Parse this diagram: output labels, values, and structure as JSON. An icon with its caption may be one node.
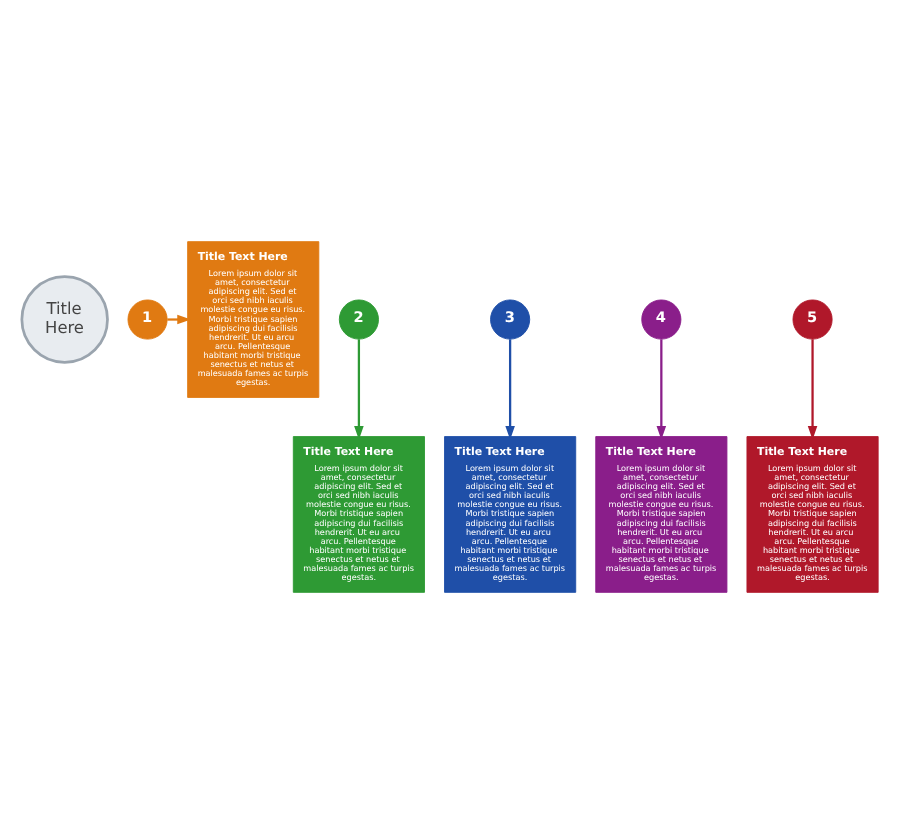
{
  "diagram": {
    "nodes": [
      {
        "text": [
          "Title Here"
        ]
      },
      {
        "text": [
          "1"
        ]
      },
      {
        "text": [
          "2"
        ]
      },
      {
        "text": [
          "3"
        ]
      },
      {
        "text": [
          "4"
        ]
      },
      {
        "text": [
          "5"
        ]
      },
      {
        "text": [
          "Title Text Here",
          "Lorem ipsum dolor sit amet, consectetur adipiscing elit. Sed et orci sed nibh iaculis molestie congue eu risus. Morbi tristique sapien adipiscing dui facilisis hendrerit. Ut eu arcu arcu. Pellentesque habitant morbi tristique senectus et netus et malesuada fames ac turpis egestas."
        ]
      },
      {
        "text": [
          "Title Text Here",
          "Lorem ipsum dolor sit amet, consectetur adipiscing elit. Sed et orci sed nibh iaculis molestie congue eu risus. Morbi tristique sapien adipiscing dui facilisis hendrerit. Ut eu arcu arcu. Pellentesque habitant morbi tristique senectus et netus et malesuada fames ac turpis egestas."
        ]
      },
      {
        "text": [
          "Title Text Here",
          "Lorem ipsum dolor sit amet, consectetur adipiscing elit. Sed et orci sed nibh iaculis molestie congue eu risus. Morbi tristique sapien adipiscing dui facilisis hendrerit. Ut eu arcu arcu. Pellentesque habitant morbi tristique senectus et netus et malesuada fames ac turpis egestas."
        ]
      },
      {
        "text": [
          "Title Text Here",
          "Lorem ipsum dolor sit amet, consectetur adipiscing elit. Sed et orci sed nibh iaculis molestie congue eu risus. Morbi tristique sapien adipiscing dui facilisis hendrerit. Ut eu arcu arcu. Pellentesque habitant morbi tristique senectus et netus et malesuada fames ac turpis egestas."
        ]
      },
      {
        "text": [
          "Title Text Here",
          "Lorem ipsum dolor sit amet, consectetur adipiscing elit. Sed et orci sed nibh iaculis molestie congue eu risus. Morbi tristique sapien adipiscing dui facilisis hendrerit. Ut eu arcu arcu. Pellentesque habitant morbi tristique senectus et netus et malesuada fames ac turpis egestas."
        ]
      }
    ],
    "edges": [
      {
        "from": 1,
        "to": 6,
        "arrow": "to",
        "color": "#e07a12"
      },
      {
        "from": 2,
        "to": 7,
        "arrow": "to",
        "color": "#2e9a34"
      },
      {
        "from": 3,
        "to": 8,
        "arrow": "to",
        "color": "#1f4fa8"
      },
      {
        "from": 4,
        "to": 9,
        "arrow": "to",
        "color": "#8a1e8a"
      },
      {
        "from": 5,
        "to": 10,
        "arrow": "to",
        "color": "#b0182a"
      }
    ]
  }
}
